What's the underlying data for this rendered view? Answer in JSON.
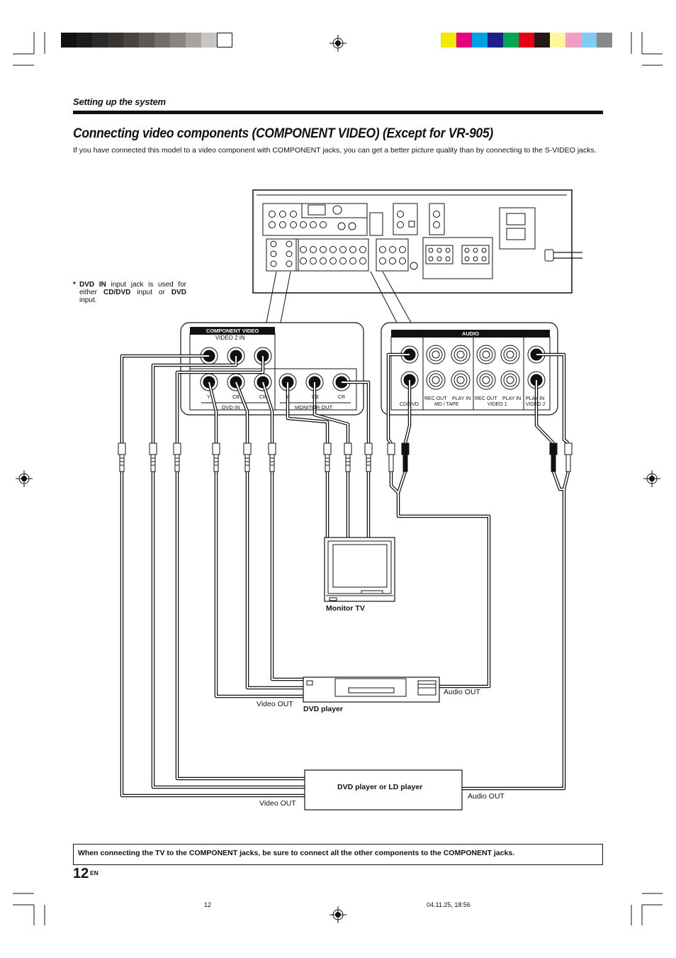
{
  "header": {
    "section_label": "Setting up the system",
    "title": "Connecting video components (COMPONENT VIDEO) (Except for VR-905)",
    "intro": "If you have connected this model to a video component with COMPONENT jacks, you can get a better picture quality than by connecting to the S-VIDEO jacks."
  },
  "note": {
    "star": "*",
    "text_parts": [
      {
        "text": "DVD IN",
        "bold": true
      },
      {
        "text": " input jack is used for either ",
        "bold": false
      },
      {
        "text": "CD/DVD",
        "bold": true
      },
      {
        "text": " input or ",
        "bold": false
      },
      {
        "text": "DVD",
        "bold": true
      },
      {
        "text": " input.",
        "bold": false
      }
    ]
  },
  "component_panel": {
    "heading": "COMPONENT VIDEO",
    "sub_heading": "VIDEO 2 IN",
    "jack_labels": [
      "Y",
      "CB",
      "CR",
      "Y",
      "CB",
      "CR"
    ],
    "group_labels": [
      "DVD IN",
      "MONITOR OUT"
    ]
  },
  "audio_panel": {
    "heading": "AUDIO",
    "group_labels": [
      "CD/DVD",
      "REC OUT",
      "PLAY IN",
      "MD / TAPE",
      "REC OUT",
      "PLAY IN",
      "VIDEO 1",
      "PLAY IN",
      "VIDEO 2"
    ]
  },
  "devices": {
    "monitor_label": "Monitor TV",
    "dvd_label": "DVD player",
    "dvd_video_out": "Video OUT",
    "dvd_audio_out": "Audio OUT",
    "player_box_label": "DVD player or LD player",
    "player_video_out": "Video OUT",
    "player_audio_out": "Audio OUT"
  },
  "warning": "When connecting the TV to the COMPONENT jacks, be sure to connect all the other components to the COMPONENT jacks.",
  "footer": {
    "page_number": "12",
    "language": "EN",
    "print_page": "12",
    "print_stamp": "04.11.25, 18:56"
  },
  "colors": {
    "gray_bar": [
      "#111111",
      "#1c1c1c",
      "#2a2a2a",
      "#3a3330",
      "#4a433f",
      "#5e5753",
      "#746d69",
      "#8a8480",
      "#a8a3a0",
      "#c9c5c2",
      "#ffffff"
    ],
    "color_bar": [
      "#f4e900",
      "#e6007e",
      "#00a0e9",
      "#1d2088",
      "#00a651",
      "#e60012",
      "#231815",
      "#fff799",
      "#f19ec2",
      "#7ecef4",
      "#898989"
    ]
  }
}
